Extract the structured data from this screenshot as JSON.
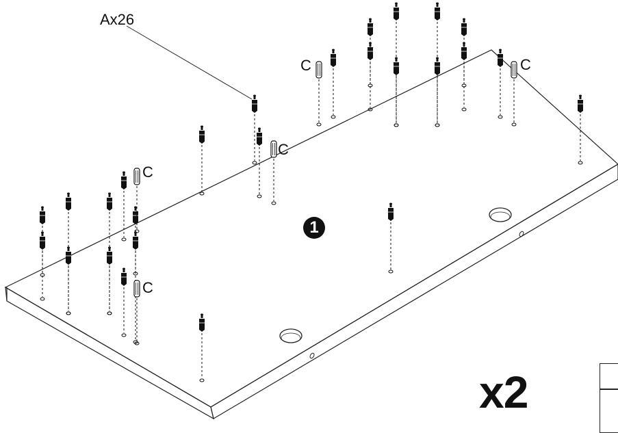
{
  "labels": {
    "part_a": "Ax26",
    "part_c": "C",
    "step": "1",
    "quantity": "x2"
  },
  "colors": {
    "ink": "#111111",
    "board_line": "#222222",
    "paper": "#ffffff"
  },
  "icons": {
    "dowel": "dowel-icon",
    "peg": "peg-icon",
    "hole": "hole-icon",
    "step": "step-number-badge"
  }
}
